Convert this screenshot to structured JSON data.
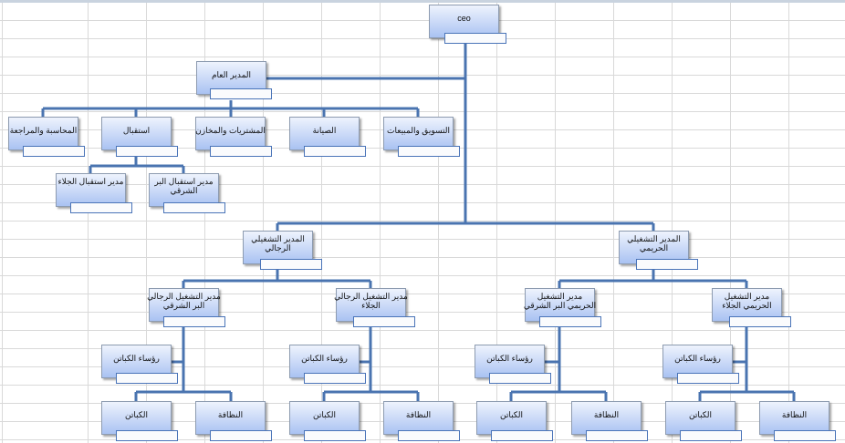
{
  "chart": {
    "ceo": "ceo",
    "general_manager": "المدير العام",
    "departments": [
      "المحاسبة والمراجعة",
      "استقبال",
      "المشتريات والمخازن",
      "الصيانة",
      "التسويق والمبيعات"
    ],
    "reception_managers": [
      "مدير استقبال الجلاء",
      "مدير استقبال البر الشرقي"
    ],
    "ops_managers": [
      "المدير التشغيلي الرجالي",
      "المدير التشغيلي الحريمي"
    ],
    "branch_managers": [
      "مدير التشغيل الرجالي البر الشرقي",
      "مدير التشغيل الرجالي الجلاء",
      "مدير التشغيل الحريمي البر الشرقي",
      "مدير التشغيل الحريمي الجلاء"
    ],
    "captain_heads": "رؤساء الكباتن",
    "captains": "الكباتن",
    "cleaning": "النظافة"
  },
  "colors": {
    "line": "#4a74b0",
    "box_top": "#eef3fd",
    "box_bottom": "#a9c2f2"
  }
}
